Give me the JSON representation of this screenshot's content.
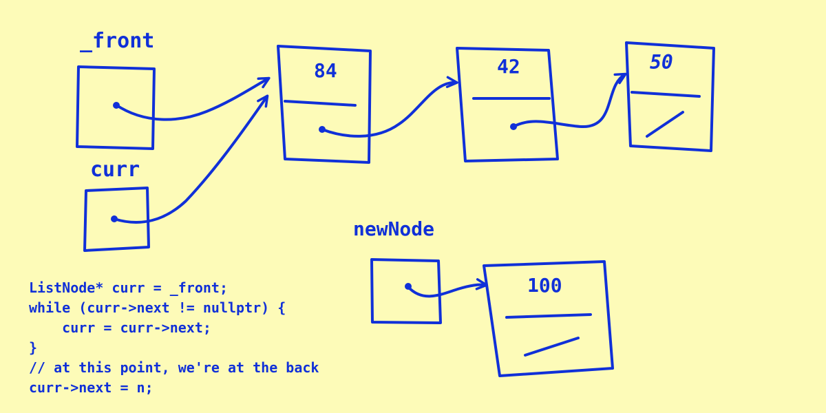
{
  "colors": {
    "background": "#fdfbb8",
    "ink": "#1030d8"
  },
  "labels": {
    "front": "_front",
    "curr": "curr",
    "newNode": "newNode"
  },
  "nodes": [
    {
      "value": "84",
      "next": "42"
    },
    {
      "value": "42",
      "next": "50"
    },
    {
      "value": "50",
      "next": "null"
    },
    {
      "value": "100",
      "next": "null"
    }
  ],
  "pointers": [
    {
      "from": "_front",
      "to": "84"
    },
    {
      "from": "curr",
      "to": "84"
    },
    {
      "from": "newNode",
      "to": "100"
    }
  ],
  "code": [
    "ListNode* curr = _front;",
    "while (curr->next != nullptr) {",
    "    curr = curr->next;",
    "}",
    "// at this point, we're at the back",
    "curr->next = n;"
  ]
}
